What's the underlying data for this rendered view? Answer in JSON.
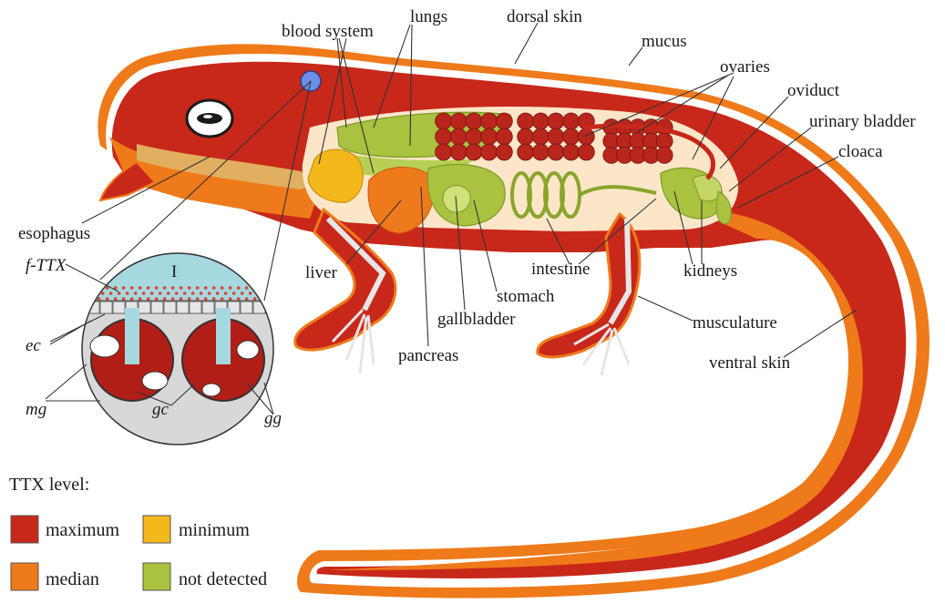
{
  "labels": {
    "blood_system": "blood system",
    "lungs": "lungs",
    "dorsal_skin": "dorsal skin",
    "mucus": "mucus",
    "ovaries": "ovaries",
    "oviduct": "oviduct",
    "urinary_bladder": "urinary bladder",
    "cloaca": "cloaca",
    "esophagus": "esophagus",
    "liver": "liver",
    "intestine": "intestine",
    "kidneys": "kidneys",
    "stomach": "stomach",
    "gallbladder": "gallbladder",
    "pancreas": "pancreas",
    "musculature": "musculature",
    "ventral_skin": "ventral skin"
  },
  "inset": {
    "f_ttx": "f-TTX",
    "region_i": "I",
    "ec": "ec",
    "mg": "mg",
    "gc": "gc",
    "gg": "gg"
  },
  "legend": {
    "title": "TTX level:",
    "items": [
      {
        "label": "maximum",
        "color": "#c8281a"
      },
      {
        "label": "minimum",
        "color": "#f2b81c"
      },
      {
        "label": "median",
        "color": "#ef7a1a"
      },
      {
        "label": "not detected",
        "color": "#a9c23f"
      }
    ]
  },
  "colors": {
    "maximum": "#c8281a",
    "median": "#ef7a1a",
    "minimum": "#f2b81c",
    "not_detected": "#a9c23f",
    "blood_dot": "#6c8ee8"
  }
}
